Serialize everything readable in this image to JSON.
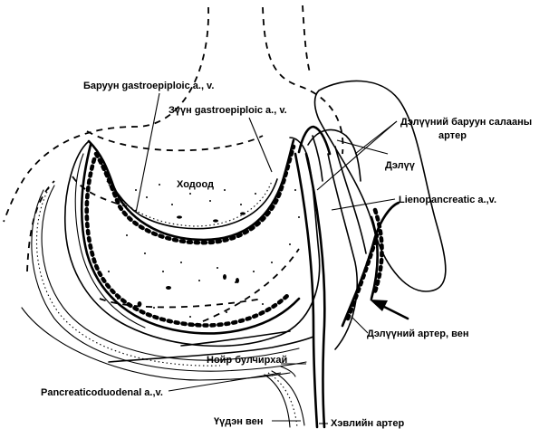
{
  "labels": {
    "right_gastroepiploic": "Баруун gastroepiploic a., v.",
    "left_gastroepiploic": "Зүүн gastroepiploic a., v.",
    "stomach": "Ходоод",
    "spleen_right_branch_line1": "Дэлүүний баруун салааны",
    "spleen_right_branch_line2": "артер",
    "spleen": "Дэлүү",
    "lienopancreatic": "Lienopancreatic a.,v.",
    "splenic_artery_vein": "Дэлүүний артер, вен",
    "pancreas": "Нойр булчирхай",
    "pancreaticoduodenal": "Pancreaticoduodenal a.,v.",
    "portal_vein": "Үүдэн вен",
    "abdominal_artery": "Хэвлийн артер"
  }
}
